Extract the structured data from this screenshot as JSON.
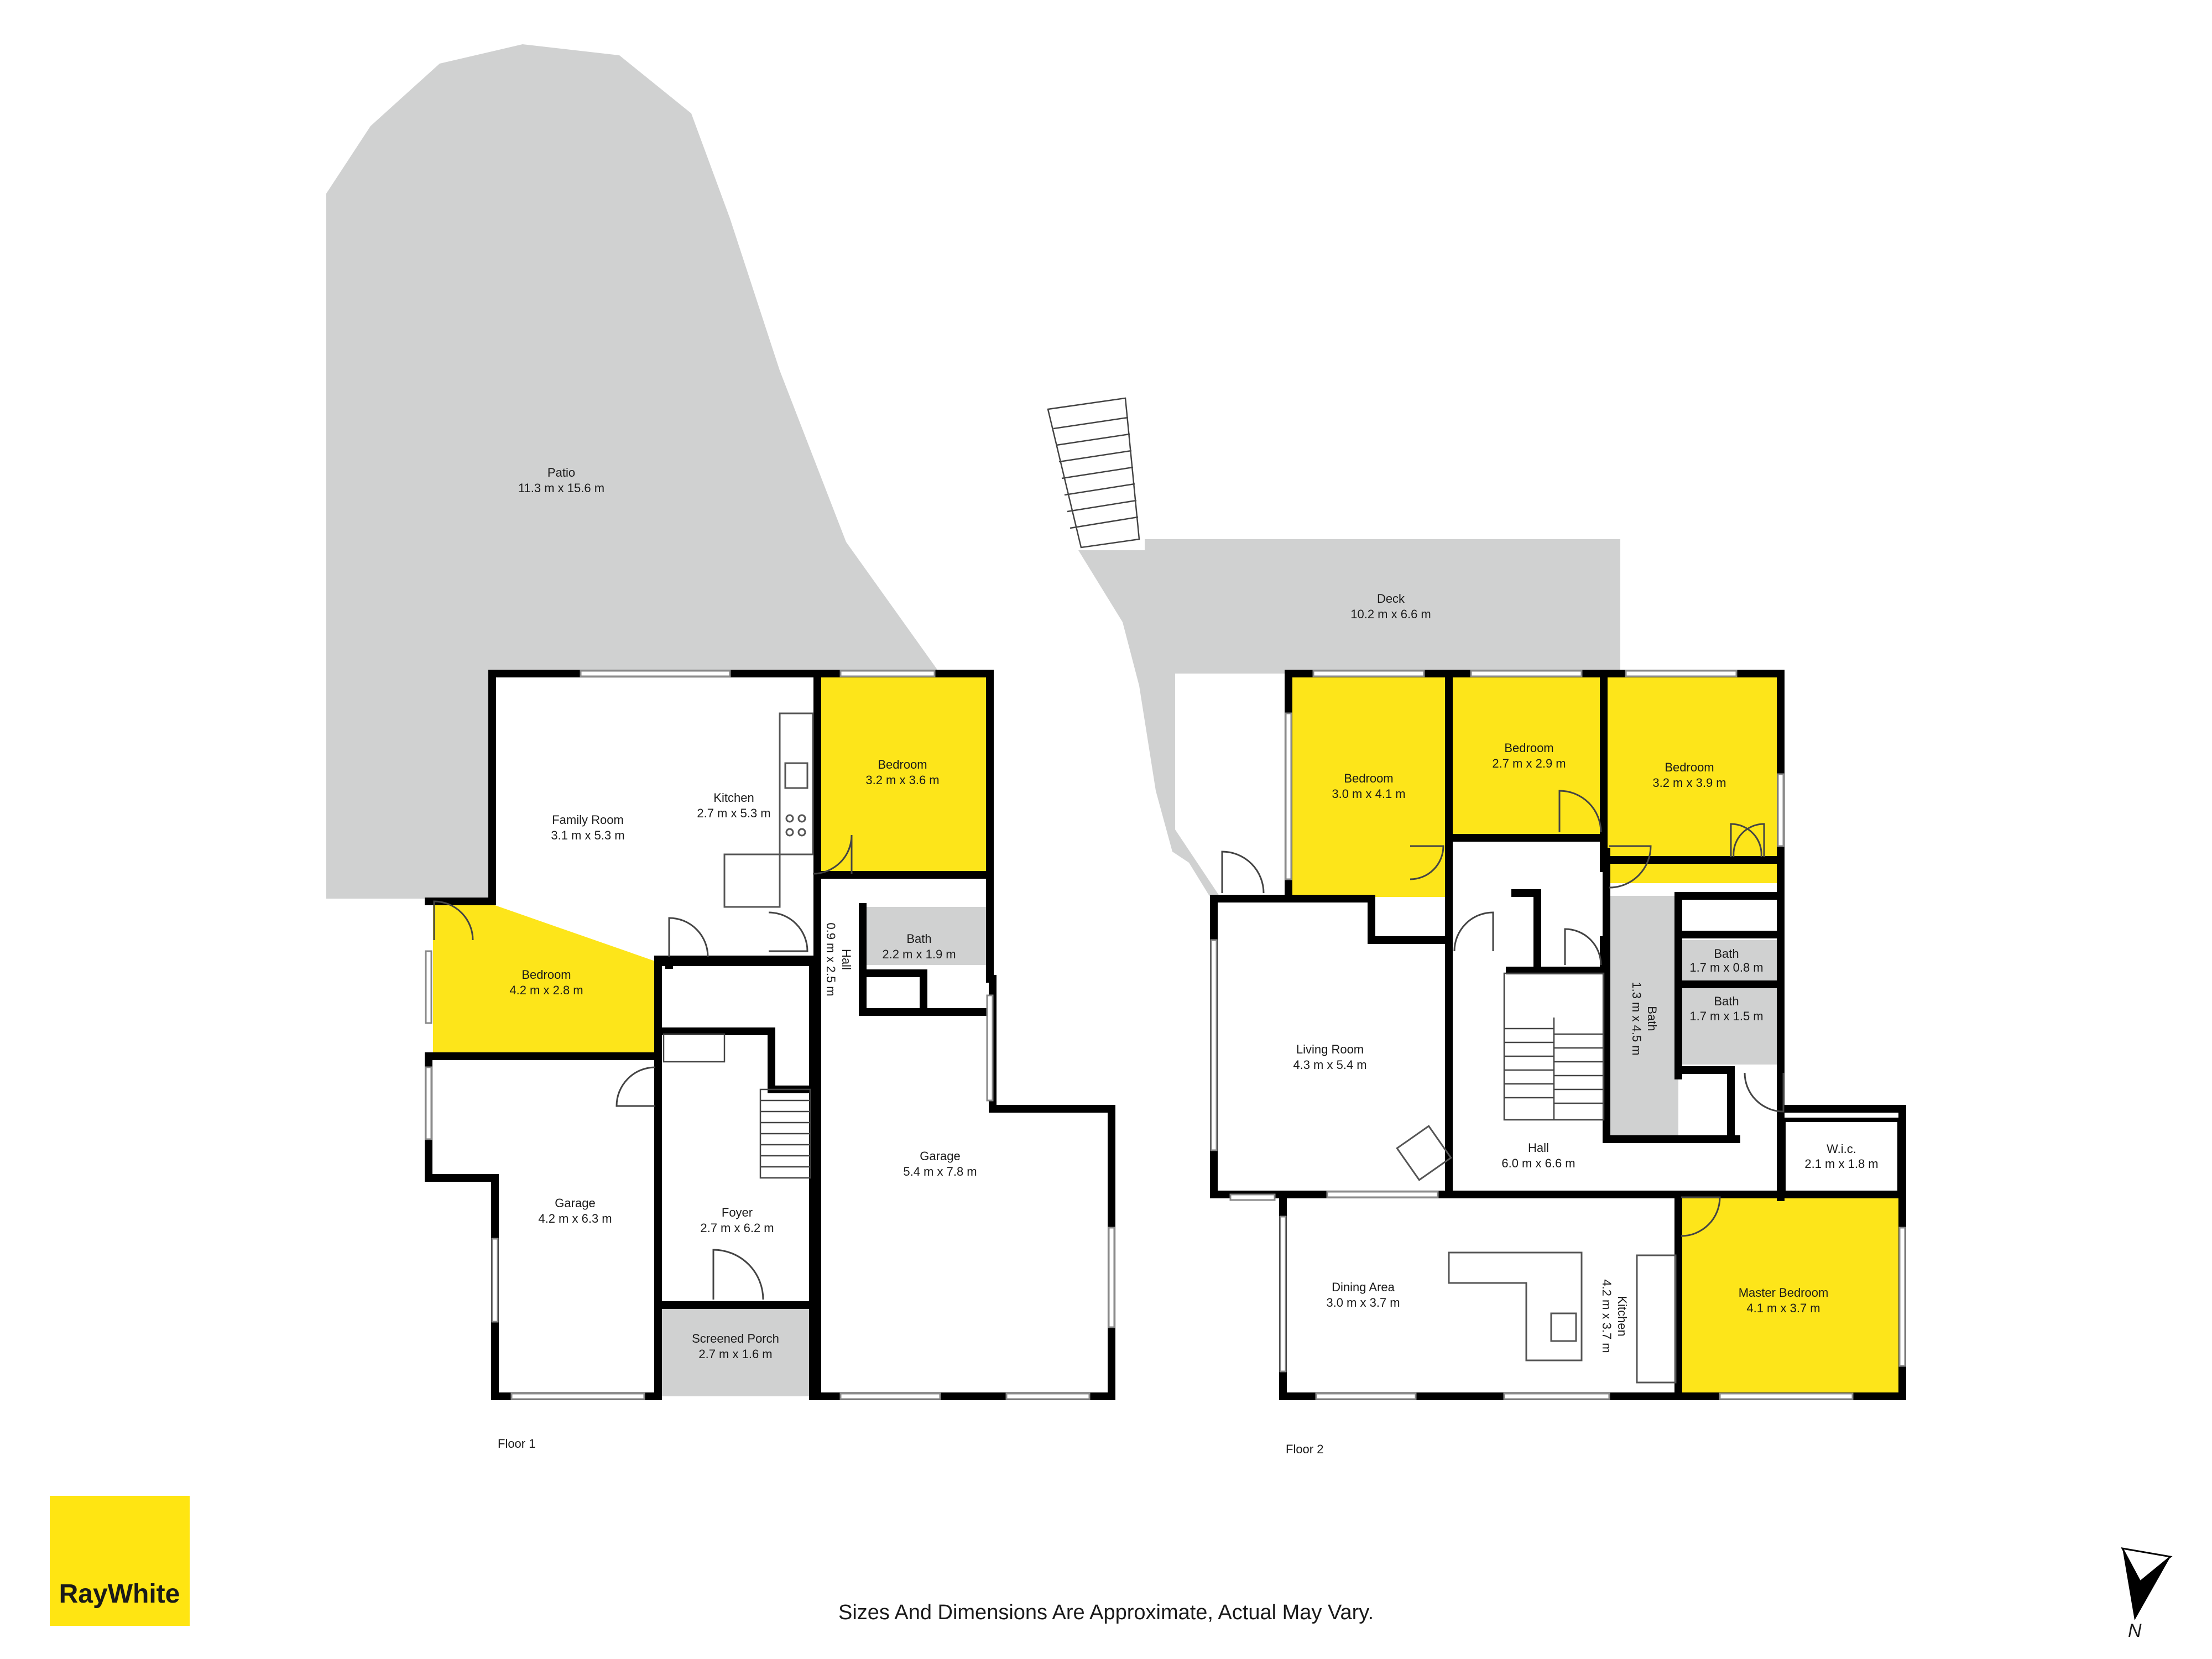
{
  "rooms": {
    "patio": {
      "name": "Patio",
      "dims": "11.3 m x 15.6 m"
    },
    "family_room": {
      "name": "Family Room",
      "dims": "3.1 m x 5.3 m"
    },
    "kitchen_f1": {
      "name": "Kitchen",
      "dims": "2.7 m x 5.3 m"
    },
    "bedroom_f1a": {
      "name": "Bedroom",
      "dims": "3.2 m x 3.6 m"
    },
    "bedroom_f1b": {
      "name": "Bedroom",
      "dims": "4.2 m x 2.8 m"
    },
    "hall_f1": {
      "name": "Hall",
      "dims": "0.9 m x 2.5 m"
    },
    "bath_f1": {
      "name": "Bath",
      "dims": "2.2 m x 1.9 m"
    },
    "garage_left": {
      "name": "Garage",
      "dims": "4.2 m x 6.3 m"
    },
    "foyer": {
      "name": "Foyer",
      "dims": "2.7 m x 6.2 m"
    },
    "garage_right": {
      "name": "Garage",
      "dims": "5.4 m x 7.8 m"
    },
    "screened_porch": {
      "name": "Screened Porch",
      "dims": "2.7 m x 1.6 m"
    },
    "deck": {
      "name": "Deck",
      "dims": "10.2 m x 6.6 m"
    },
    "bedroom_f2a": {
      "name": "Bedroom",
      "dims": "3.0 m x 4.1 m"
    },
    "bedroom_f2b": {
      "name": "Bedroom",
      "dims": "2.7 m x 2.9 m"
    },
    "bedroom_f2c": {
      "name": "Bedroom",
      "dims": "3.2 m x 3.9 m"
    },
    "living_room": {
      "name": "Living Room",
      "dims": "4.3 m x 5.4 m"
    },
    "hall_f2": {
      "name": "Hall",
      "dims": "6.0 m x 6.6 m"
    },
    "bath_f2_long": {
      "name": "Bath",
      "dims": "1.3 m x 4.5 m"
    },
    "bath_f2_small": {
      "name": "Bath",
      "dims": "1.7 m x 0.8 m"
    },
    "bath_f2_tub": {
      "name": "Bath",
      "dims": "1.7 m x 1.5 m"
    },
    "wic": {
      "name": "W.i.c.",
      "dims": "2.1 m x 1.8 m"
    },
    "dining_area": {
      "name": "Dining Area",
      "dims": "3.0 m x 3.7 m"
    },
    "kitchen_f2": {
      "name": "Kitchen",
      "dims": "4.2 m x 3.7 m"
    },
    "master_bedroom": {
      "name": "Master Bedroom",
      "dims": "4.1 m x 3.7 m"
    }
  },
  "floors": {
    "floor1": "Floor 1",
    "floor2": "Floor 2"
  },
  "disclaimer": "Sizes And Dimensions Are Approximate, Actual May Vary.",
  "brand": {
    "name": "RayWhite",
    "color": "#ffe512"
  },
  "compass": {
    "label": "N",
    "icon": "north-arrow-icon"
  },
  "colors": {
    "bedroom_fill": "#fde51a",
    "grey_fill": "#d0d1d1",
    "wall": "#000000"
  }
}
